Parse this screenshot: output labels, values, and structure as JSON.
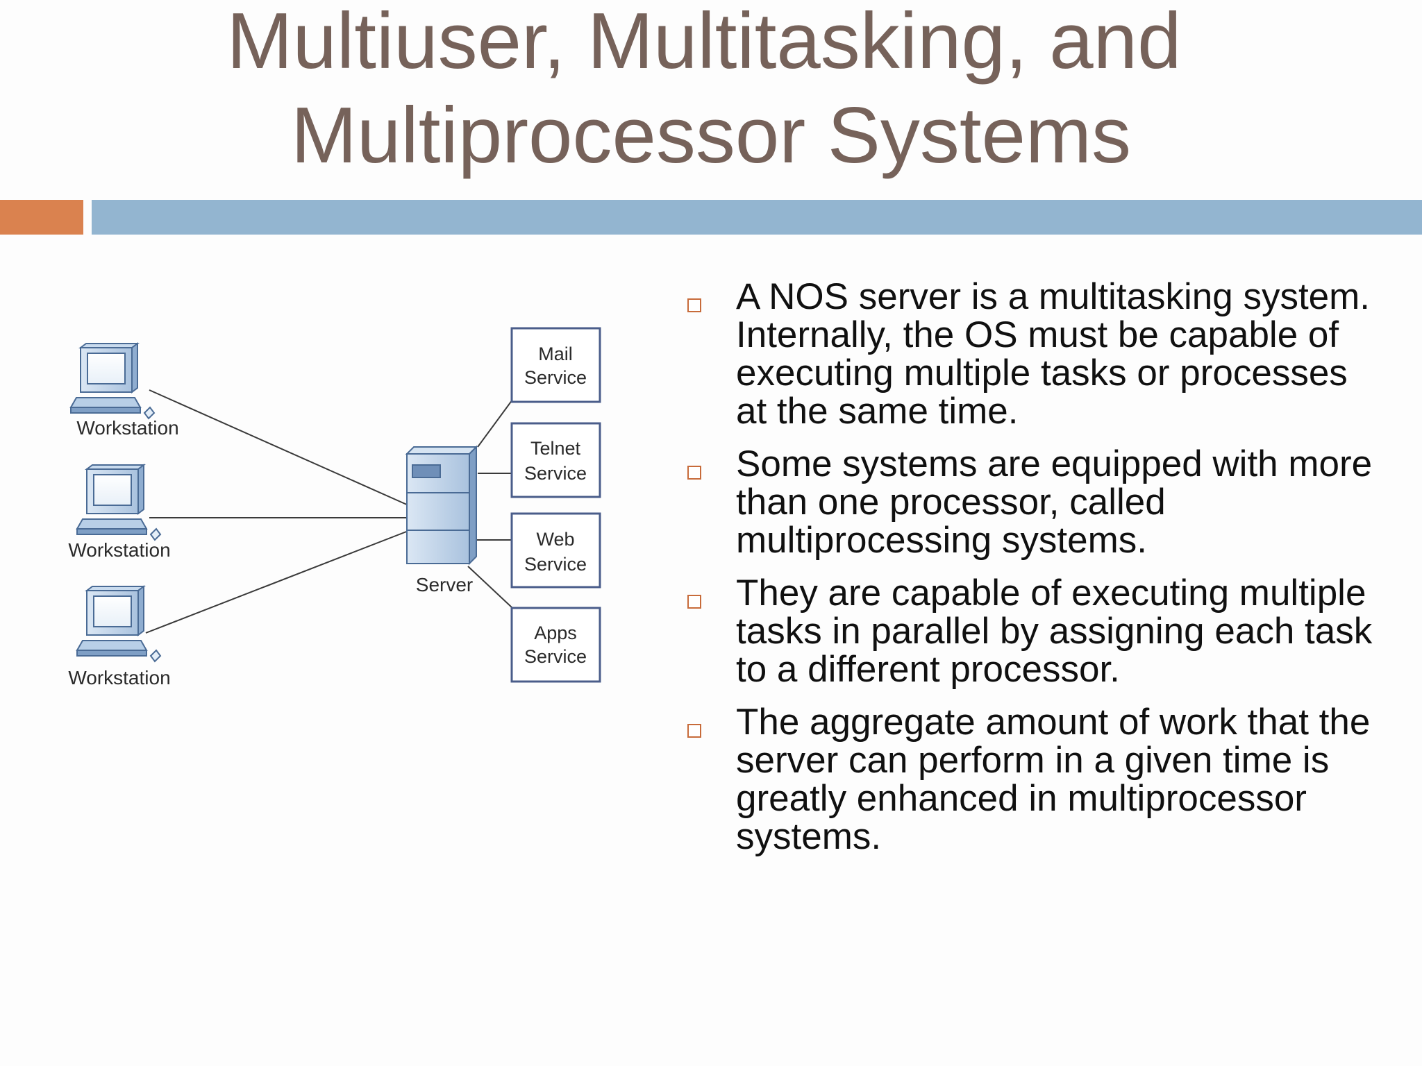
{
  "slide": {
    "title_line1": "Multiuser, Multitasking, and",
    "title_line2": "Multiprocessor Systems"
  },
  "diagram": {
    "workstations": [
      "Workstation",
      "Workstation",
      "Workstation"
    ],
    "server_label": "Server",
    "services": [
      {
        "line1": "Mail",
        "line2": "Service"
      },
      {
        "line1": "Telnet",
        "line2": "Service"
      },
      {
        "line1": "Web",
        "line2": "Service"
      },
      {
        "line1": "Apps",
        "line2": "Service"
      }
    ]
  },
  "bullets": [
    "A NOS server is a multitasking system. Internally, the OS must be capable of executing multiple tasks or processes at the same time.",
    "Some systems are equipped with more than one processor, called multiprocessing systems.",
    "They are capable of executing multiple tasks in parallel by assigning each task to a different processor.",
    "The aggregate amount of work that the server can perform in a given time is greatly enhanced in multiprocessor systems."
  ],
  "colors": {
    "title": "#76625a",
    "accent_bar": "#da824f",
    "main_bar": "#93b5d0",
    "bullet_marker": "#c76b3a"
  },
  "icons": {
    "bullet": "hollow-square-bullet-icon",
    "workstation": "workstation-computer-icon",
    "server": "server-tower-icon"
  }
}
